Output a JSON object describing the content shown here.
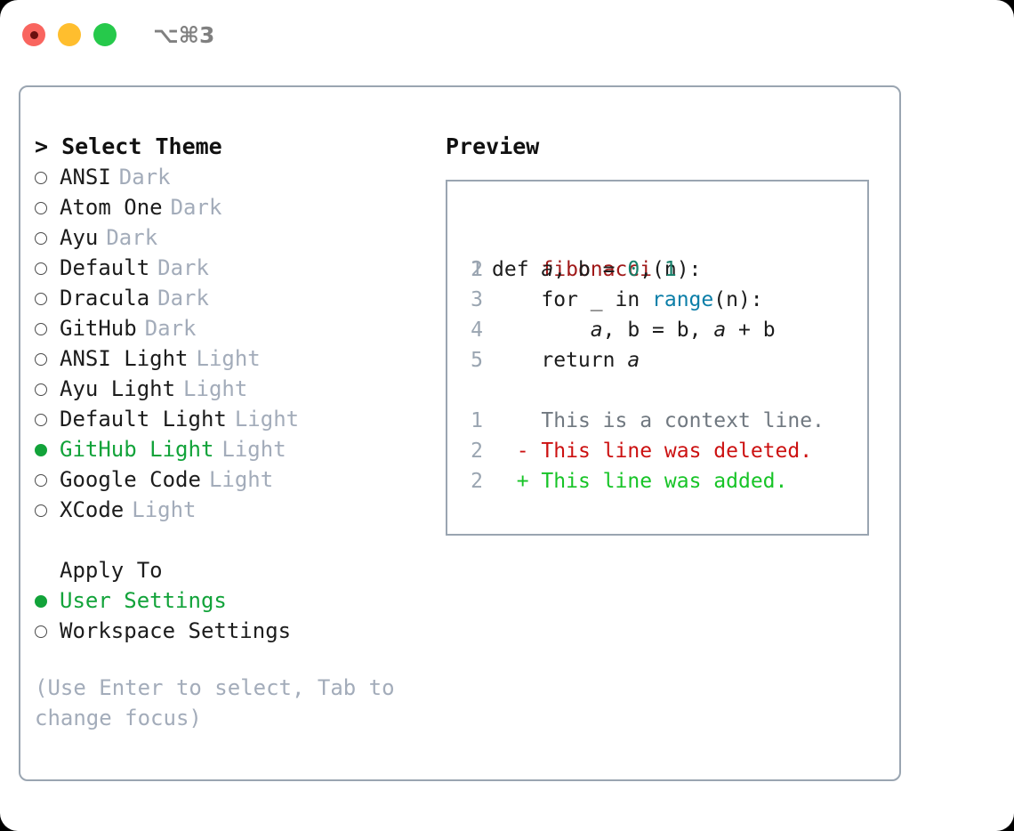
{
  "titlebar": {
    "shortcut": "⌥⌘3",
    "lights": [
      "close-red",
      "minimize-yellow",
      "zoom-green"
    ]
  },
  "left": {
    "heading": "> Select Theme",
    "themes": [
      {
        "name": "ANSI",
        "variant": "Dark",
        "selected": false
      },
      {
        "name": "Atom One",
        "variant": "Dark",
        "selected": false
      },
      {
        "name": "Ayu",
        "variant": "Dark",
        "selected": false
      },
      {
        "name": "Default",
        "variant": "Dark",
        "selected": false
      },
      {
        "name": "Dracula",
        "variant": "Dark",
        "selected": false
      },
      {
        "name": "GitHub",
        "variant": "Dark",
        "selected": false
      },
      {
        "name": "ANSI Light",
        "variant": "Light",
        "selected": false
      },
      {
        "name": "Ayu Light",
        "variant": "Light",
        "selected": false
      },
      {
        "name": "Default Light",
        "variant": "Light",
        "selected": false
      },
      {
        "name": "GitHub Light",
        "variant": "Light",
        "selected": true
      },
      {
        "name": "Google Code",
        "variant": "Light",
        "selected": false
      },
      {
        "name": "XCode",
        "variant": "Light",
        "selected": false
      }
    ],
    "apply_to_heading": "Apply To",
    "apply_to": [
      {
        "name": "User Settings",
        "selected": true
      },
      {
        "name": "Workspace Settings",
        "selected": false
      }
    ],
    "hint": "(Use Enter to select, Tab to change focus)"
  },
  "right": {
    "heading": "Preview",
    "code": {
      "lines": [
        {
          "num": "1",
          "text": "def fibonacci(n):"
        },
        {
          "num": "2",
          "text": "    a, b = 0, 1"
        },
        {
          "num": "3",
          "text": "    for _ in range(n):"
        },
        {
          "num": "4",
          "text": "        a, b = b, a + b"
        },
        {
          "num": "5",
          "text": "    return a"
        }
      ]
    },
    "diff": {
      "lines": [
        {
          "num": "1",
          "marker": " ",
          "text": "This is a context line.",
          "kind": "context"
        },
        {
          "num": "2",
          "marker": "-",
          "text": "This line was deleted.",
          "kind": "deleted"
        },
        {
          "num": "2",
          "marker": "+",
          "text": "This line was added.",
          "kind": "added"
        }
      ]
    }
  },
  "colors": {
    "accent_green": "#12a33a",
    "muted": "#a3acba",
    "border": "#9aa5b1",
    "diff_add": "#17c427",
    "diff_del": "#cc1111",
    "code_function": "#a01919",
    "code_number": "#17806a",
    "code_builtin": "#0b7ea8"
  }
}
